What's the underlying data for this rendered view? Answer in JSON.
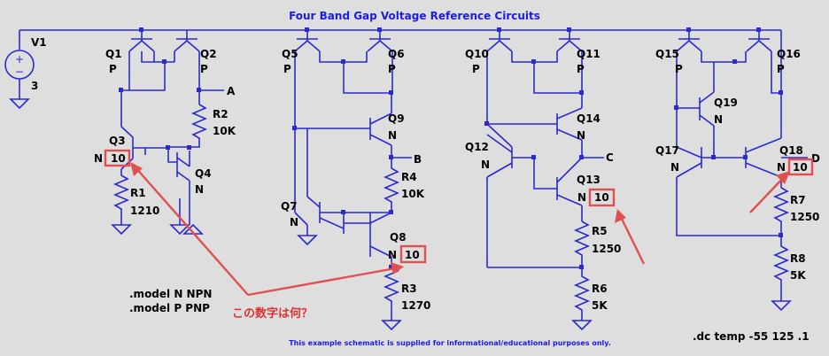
{
  "title": "Four Band Gap Voltage Reference Circuits",
  "footer": "This example schematic is supplied for informational/educational purposes only.",
  "directive": ".dc temp -55 125 .1",
  "models": [
    ".model N NPN",
    ".model P PNP"
  ],
  "question": "この数字は何？",
  "source": {
    "name": "V1",
    "value": "3"
  },
  "nodes": {
    "a": "A",
    "b": "B",
    "c": "C",
    "d": "D"
  },
  "transistors": [
    {
      "name": "Q1",
      "type": "P"
    },
    {
      "name": "Q2",
      "type": "P"
    },
    {
      "name": "Q3",
      "type": "N",
      "area": "10"
    },
    {
      "name": "Q4",
      "type": "N"
    },
    {
      "name": "Q5",
      "type": "P"
    },
    {
      "name": "Q6",
      "type": "P"
    },
    {
      "name": "Q7",
      "type": "N"
    },
    {
      "name": "Q8",
      "type": "N",
      "area": "10"
    },
    {
      "name": "Q9",
      "type": "N"
    },
    {
      "name": "Q10",
      "type": "P"
    },
    {
      "name": "Q11",
      "type": "P"
    },
    {
      "name": "Q12",
      "type": "N"
    },
    {
      "name": "Q13",
      "type": "N",
      "area": "10"
    },
    {
      "name": "Q14",
      "type": "N"
    },
    {
      "name": "Q15",
      "type": "P"
    },
    {
      "name": "Q16",
      "type": "P"
    },
    {
      "name": "Q17",
      "type": "N"
    },
    {
      "name": "Q18",
      "type": "N",
      "area": "10"
    },
    {
      "name": "Q19",
      "type": "N"
    }
  ],
  "resistors": [
    {
      "name": "R1",
      "value": "1210"
    },
    {
      "name": "R2",
      "value": "10K"
    },
    {
      "name": "R3",
      "value": "1270"
    },
    {
      "name": "R4",
      "value": "10K"
    },
    {
      "name": "R5",
      "value": "1250"
    },
    {
      "name": "R6",
      "value": "5K"
    },
    {
      "name": "R7",
      "value": "1250"
    },
    {
      "name": "R8",
      "value": "5K"
    }
  ],
  "colors": {
    "wire": "#2a2ad0",
    "annotation": "#e05050",
    "background": "#dedede",
    "title": "#1c1ce6"
  }
}
